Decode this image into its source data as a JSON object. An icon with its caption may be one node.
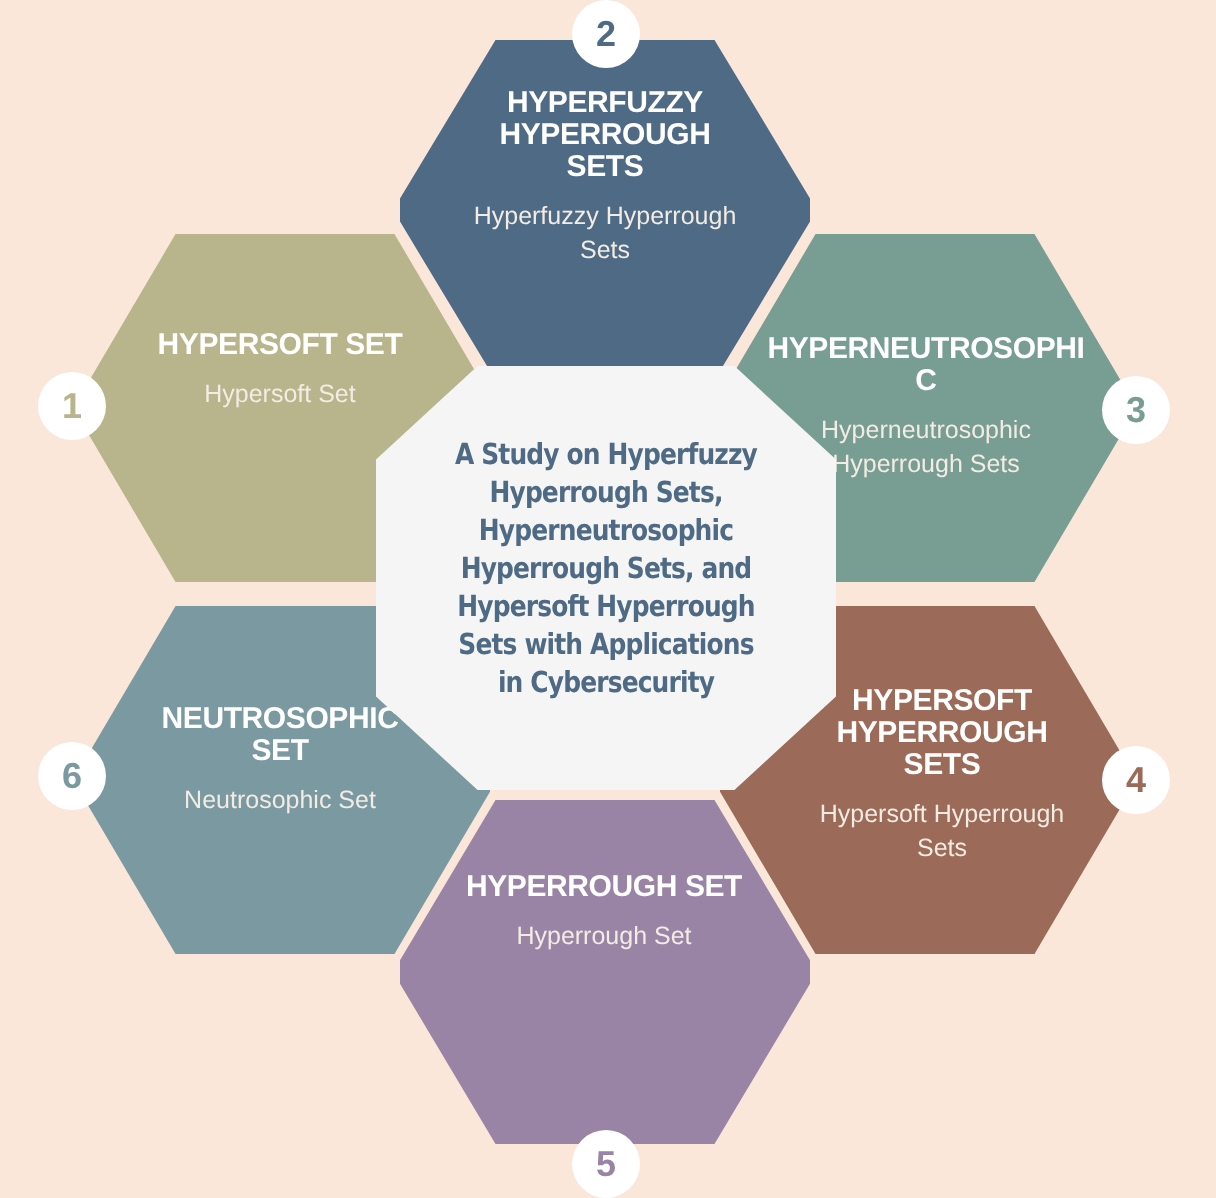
{
  "diagram": {
    "nodes": [
      {
        "text": [
          "A Study on Hyperfuzzy Hyperrough Sets, Hyperneutrosophic Hyperrough Sets, and Hypersoft Hyperrough Sets with Applications in Cybersecurity"
        ]
      },
      {
        "text": [
          "HYPERSOFT SET",
          "Hypersoft Set"
        ],
        "beside": [
          "1"
        ]
      },
      {
        "text": [
          "HYPERFUZZY HYPERROUGH SETS",
          "Hyperfuzzy Hyperrough Sets"
        ],
        "beside": [
          "2"
        ]
      },
      {
        "text": [
          "HYPERNEUTROSOPHIC",
          "Hyperneutrosophic Hyperrough Sets"
        ],
        "beside": [
          "3"
        ]
      },
      {
        "text": [
          "HYPERSOFT HYPERROUGH SETS",
          "Hypersoft Hyperrough Sets"
        ],
        "beside": [
          "4"
        ]
      },
      {
        "text": [
          "HYPERROUGH SET",
          "Hyperrough Set"
        ],
        "beside": [
          "5"
        ]
      },
      {
        "text": [
          "NEUTROSOPHIC SET",
          "Neutrosophic Set"
        ],
        "beside": [
          "6"
        ]
      }
    ],
    "edges": []
  }
}
